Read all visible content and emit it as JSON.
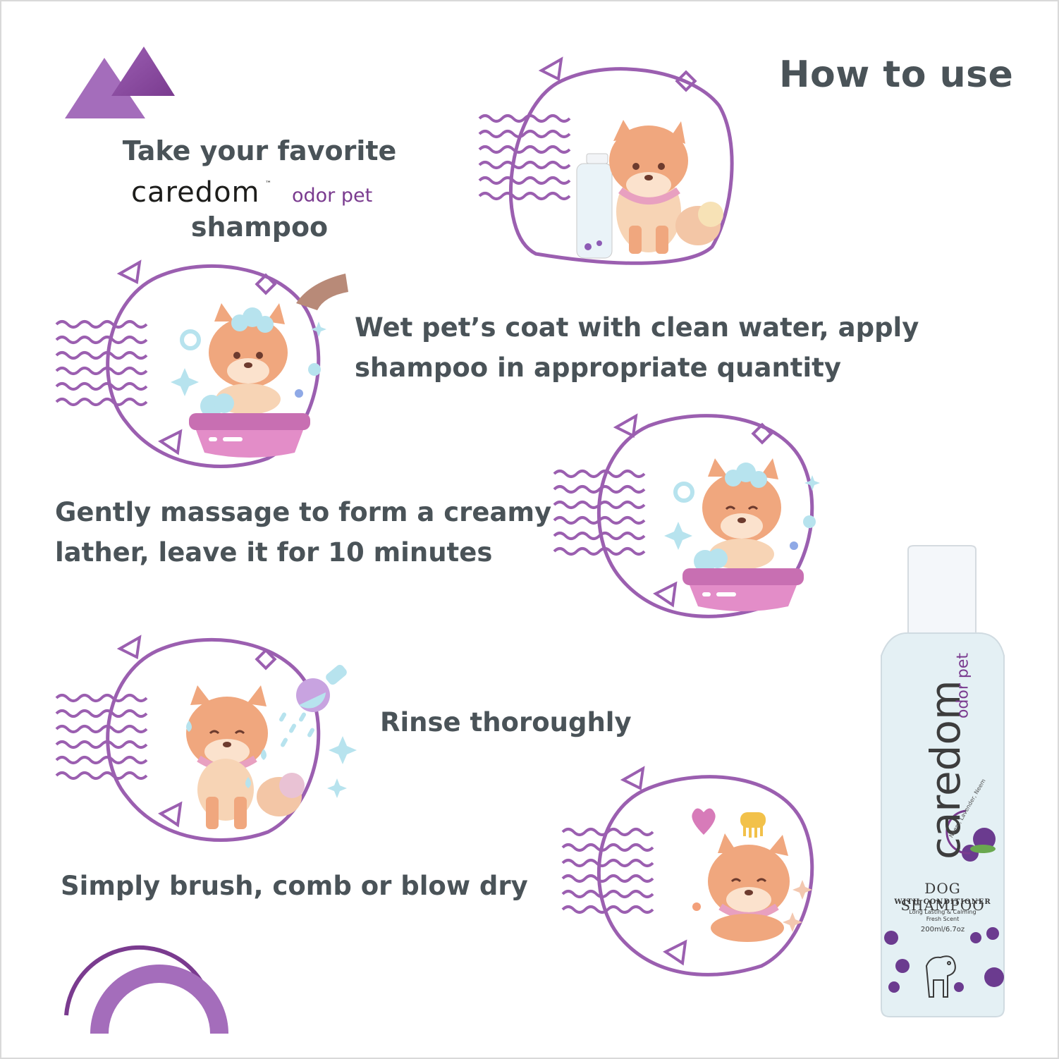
{
  "title": "How to use",
  "steps": [
    {
      "line1": "Take your favorite",
      "brand": "caredom",
      "brand_tm": "™",
      "brand_sub": "odor pet",
      "line2": "shampoo"
    },
    {
      "line1": "Wet pet’s coat with clean water, apply",
      "line2": "shampoo in appropriate quantity"
    },
    {
      "line1": "Gently massage to form a creamy",
      "line2": "lather, leave it for 10 minutes"
    },
    {
      "line1": "Rinse thoroughly"
    },
    {
      "line1": "Simply brush, comb or blow dry"
    }
  ],
  "bottle": {
    "brand": "caredom",
    "brand_sub": "odor pet",
    "ingredients": "Neem, Lavender, Neem",
    "product_name": "DOG SHAMPOO",
    "tagline": "WITH CONDITIONER",
    "desc1": "Long Lasting & Calming",
    "desc2": "Fresh Scent",
    "volume": "200ml/6.7oz"
  },
  "colors": {
    "accent_purple": "#9b5fb0",
    "grid_purple": "#b57bc6",
    "text_gray": "#4a5358",
    "dog_orange": "#f0a77e"
  },
  "icons": [
    "triangles-decoration",
    "arc-decoration",
    "dog-with-bottle-icon",
    "dog-bath-icon",
    "dog-rinse-icon",
    "dog-comb-icon",
    "shampoo-bottle-image"
  ]
}
